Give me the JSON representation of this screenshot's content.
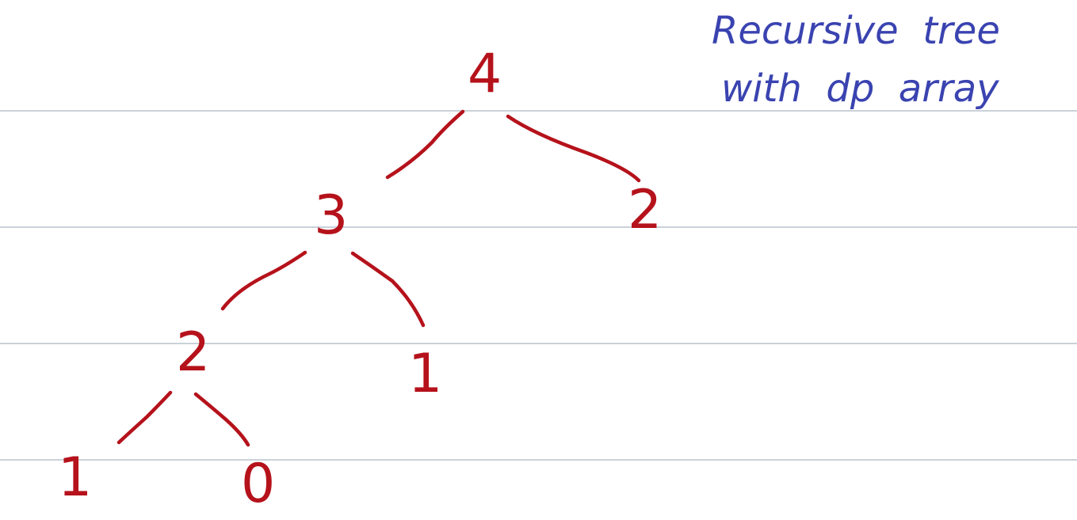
{
  "diagram": {
    "title": "",
    "note_lines": [
      "Recursive  tree",
      "with  dp  array"
    ],
    "nodes": [
      {
        "id": "n4",
        "label": "4"
      },
      {
        "id": "n3",
        "label": "3"
      },
      {
        "id": "n2r",
        "label": "2"
      },
      {
        "id": "n2l",
        "label": "2"
      },
      {
        "id": "n1r",
        "label": "1"
      },
      {
        "id": "n1l",
        "label": "1"
      },
      {
        "id": "n0",
        "label": "0"
      }
    ],
    "edges": [
      {
        "from": "n4",
        "to": "n3"
      },
      {
        "from": "n4",
        "to": "n2r"
      },
      {
        "from": "n3",
        "to": "n2l"
      },
      {
        "from": "n3",
        "to": "n1r"
      },
      {
        "from": "n2l",
        "to": "n1l"
      },
      {
        "from": "n2l",
        "to": "n0"
      }
    ],
    "colors": {
      "tree": "#b5121b",
      "note": "#3a43b0",
      "ruled_line": "#b9c2cc"
    }
  }
}
